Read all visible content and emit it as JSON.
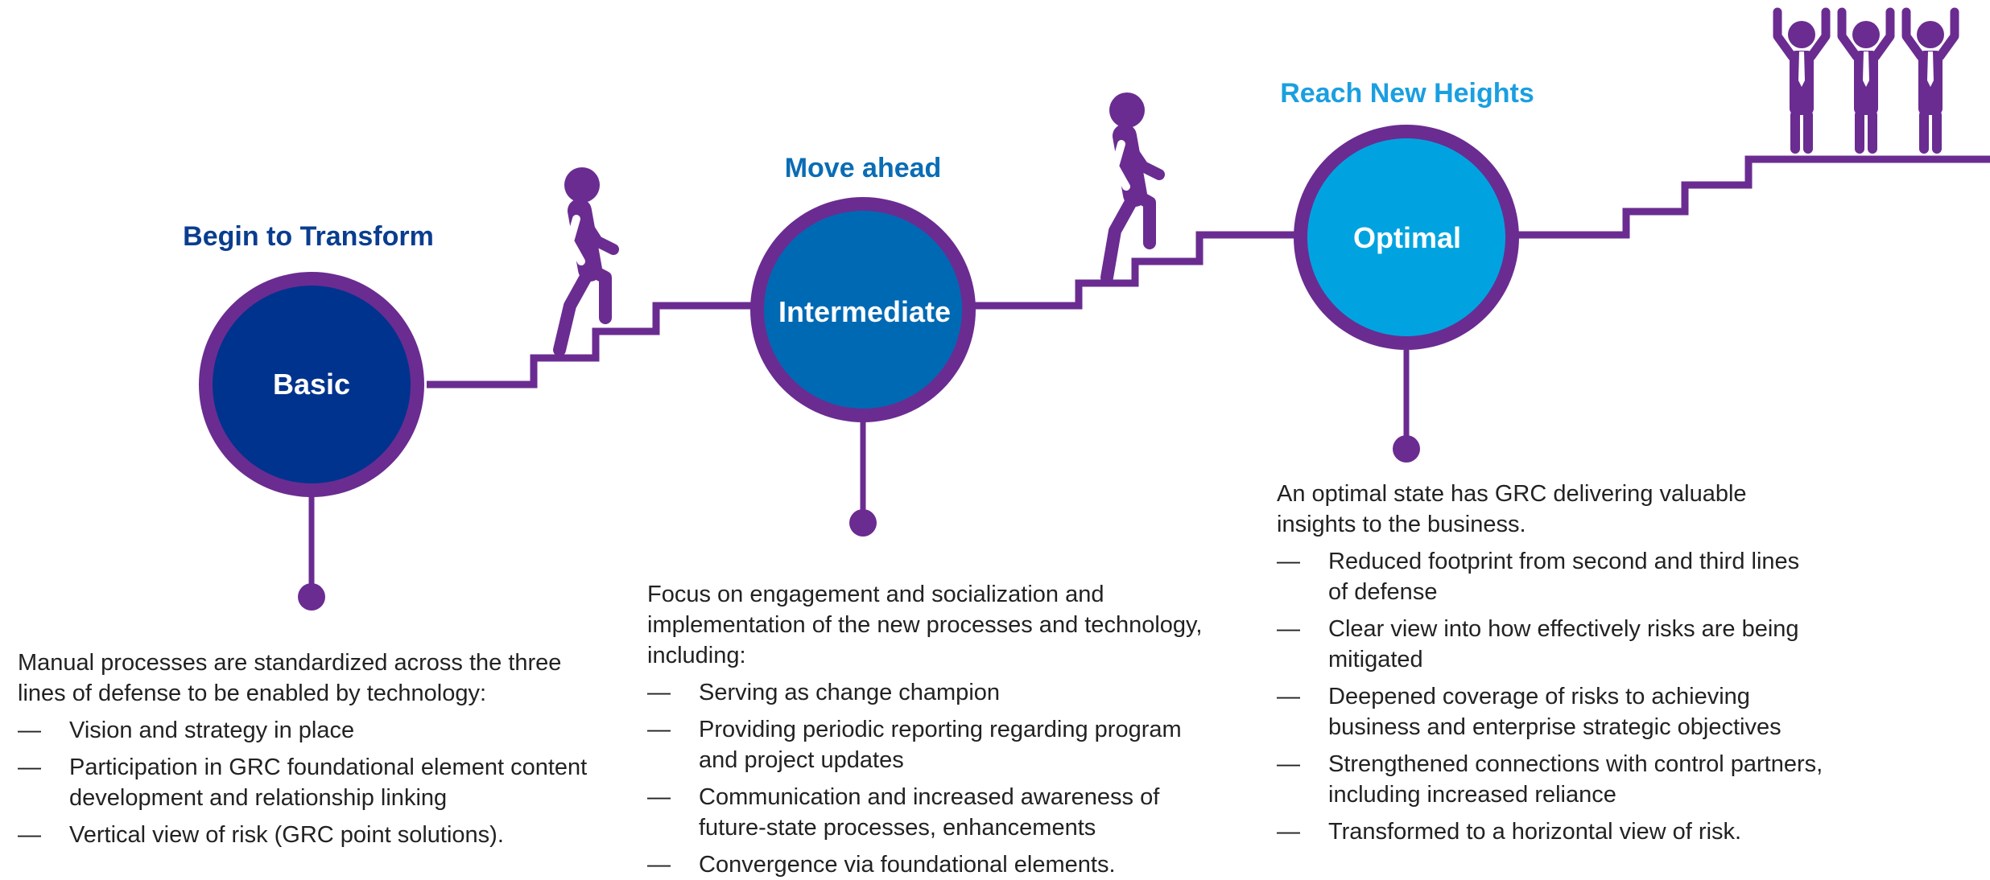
{
  "colors": {
    "line": "#6a2c91",
    "basic": "#00338d",
    "intermediate": "#0069b4",
    "optimal": "#00a3e0",
    "text": "#222222"
  },
  "stages": [
    {
      "title": "Begin to Transform",
      "circle_label": "Basic",
      "title_color": "#0a3d8f",
      "intro": "Manual processes are standardized across the three lines of defense to be enabled by technology:",
      "bullets": [
        "Vision and strategy in place",
        "Participation in GRC foundational element content development and relationship linking",
        "Vertical view of risk (GRC point solutions)."
      ]
    },
    {
      "title": "Move ahead",
      "circle_label": "Intermediate",
      "title_color": "#0a6cb4",
      "intro": "Focus on engagement and socialization and implementation of the new processes and technology, including:",
      "bullets": [
        "Serving as change champion",
        "Providing periodic reporting regarding program and project updates",
        "Communication and increased awareness of future-state processes, enhancements",
        "Convergence via foundational elements."
      ]
    },
    {
      "title": "Reach New Heights",
      "circle_label": "Optimal",
      "title_color": "#1a9fe0",
      "intro": "An optimal state has GRC delivering valuable insights to the business.",
      "bullets": [
        "Reduced footprint from second and third lines of defense",
        "Clear view into how effectively risks are being mitigated",
        "Deepened coverage of risks to achieving business and enterprise strategic objectives",
        "Strengthened connections with control partners, including increased reliance",
        "Transformed to a horizontal view of risk."
      ]
    }
  ],
  "bullet_dash": "—",
  "icons": {
    "walker": "person-climbing-stairs-icon",
    "winners": "people-celebrating-icon"
  }
}
